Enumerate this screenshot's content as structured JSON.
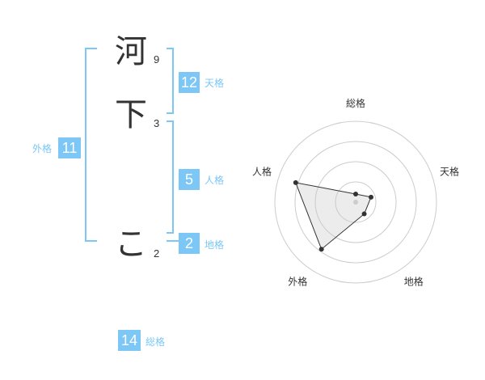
{
  "name": {
    "chars": [
      {
        "char": "河",
        "strokes": "9"
      },
      {
        "char": "下",
        "strokes": "3"
      },
      {
        "char": "こ",
        "strokes": "2"
      }
    ]
  },
  "kaku": {
    "tenkaku": {
      "value": "12",
      "label": "天格"
    },
    "jinkaku": {
      "value": "5",
      "label": "人格"
    },
    "chikaku": {
      "value": "2",
      "label": "地格"
    },
    "gaikaku": {
      "value": "11",
      "label": "外格"
    },
    "soukaku": {
      "value": "14",
      "label": "総格"
    }
  },
  "colors": {
    "accent": "#7cc7f5",
    "text": "#333333",
    "grid": "#cccccc"
  },
  "chart_data": {
    "type": "radar",
    "axes": [
      "総格",
      "天格",
      "地格",
      "外格",
      "人格"
    ],
    "values": [
      0.1,
      0.2,
      0.18,
      0.72,
      0.78
    ],
    "scale": [
      0,
      1
    ],
    "rings": 4
  }
}
